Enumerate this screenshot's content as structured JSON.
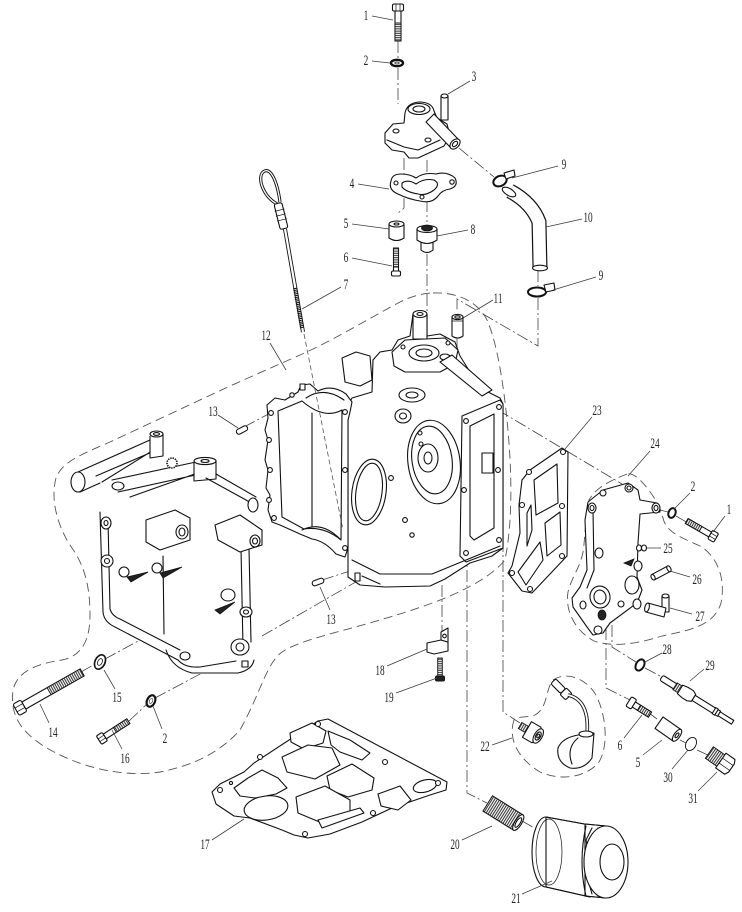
{
  "diagram": {
    "callouts": [
      "1",
      "2",
      "3",
      "4",
      "5",
      "6",
      "7",
      "8",
      "9",
      "10",
      "9",
      "11",
      "12",
      "13",
      "13",
      "14",
      "15",
      "16",
      "2",
      "17",
      "18",
      "19",
      "20",
      "21",
      "22",
      "23",
      "24",
      "2",
      "1",
      "25",
      "26",
      "27",
      "28",
      "29",
      "6",
      "5",
      "30",
      "31"
    ]
  }
}
